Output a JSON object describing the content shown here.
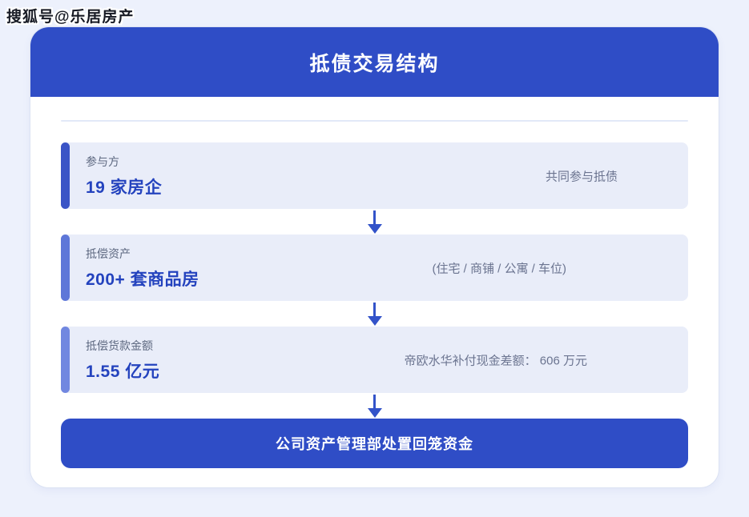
{
  "watermark": "搜狐号@乐居房产",
  "header": {
    "title": "抵债交易结构"
  },
  "flow": {
    "steps": [
      {
        "label": "参与方",
        "value": "19 家房企",
        "note": "共同参与抵债"
      },
      {
        "label": "抵偿资产",
        "value": "200+ 套商品房",
        "note": "(住宅 / 商铺 / 公寓 / 车位)"
      },
      {
        "label": "抵偿货款金额",
        "value": "1.55 亿元",
        "note": "帝欧水华补付现金差额： 606 万元"
      }
    ],
    "result_label": "公司资产管理部处置回笼资金"
  },
  "colors": {
    "page_bg": "#edf1fc",
    "card_bg": "#ffffff",
    "header_blue": "#2f4dc6",
    "row_bg": "#e9edf9",
    "accent_step1": "#3a54c6",
    "accent_step2": "#5e77d8",
    "accent_step3": "#7187e0",
    "value_blue": "#2443be",
    "note_gray": "#6b7490",
    "arrow_blue": "#3353c9"
  }
}
